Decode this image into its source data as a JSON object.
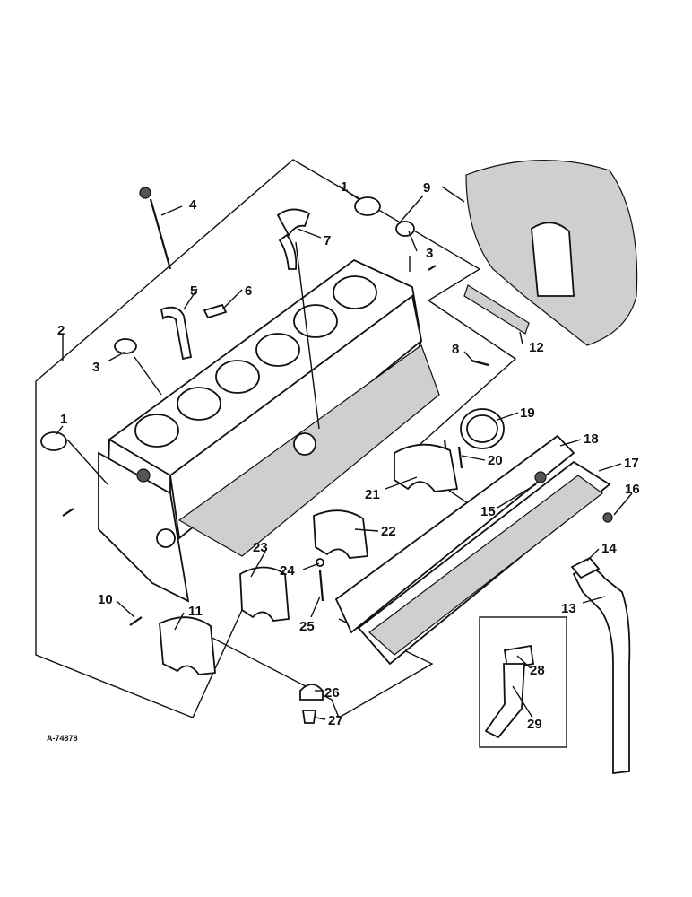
{
  "figure": {
    "reference_id": "A-74878",
    "callouts": [
      "1",
      "1",
      "2",
      "3",
      "3",
      "4",
      "5",
      "6",
      "7",
      "8",
      "9",
      "10",
      "11",
      "12",
      "13",
      "14",
      "15",
      "16",
      "17",
      "18",
      "19",
      "20",
      "21",
      "22",
      "23",
      "24",
      "25",
      "26",
      "27",
      "28",
      "29"
    ]
  },
  "colors": {
    "ink": "#111111",
    "paper": "#ffffff"
  }
}
